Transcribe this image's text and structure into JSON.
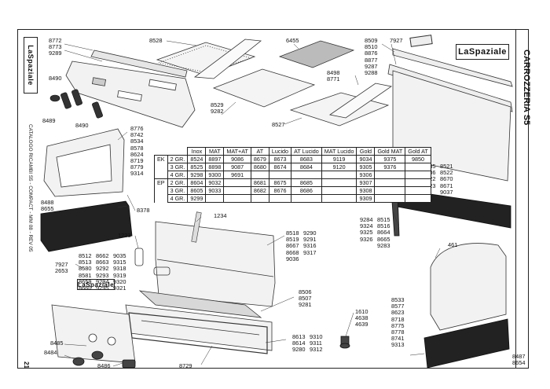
{
  "page_number": "21",
  "section_title": "CARROZZERIA S5",
  "catalog_line": "CATALOGO RICAMBI S5 - COMPACT - MM 08 - REV 05",
  "brand": "LaSpaziale",
  "price_table": {
    "headers": [
      "",
      "",
      "Inox",
      "MAT",
      "MAT+AT",
      "AT",
      "Lucido",
      "AT Lucido",
      "MAT Lucido",
      "Gold",
      "Gold MAT",
      "Gold AT"
    ],
    "rows": [
      {
        "model": "EK",
        "group": "2 GR.",
        "cells": [
          "8524",
          "8897",
          "9086",
          "8679",
          "8673",
          "8683",
          "9119",
          "9034",
          "9375",
          "9850"
        ]
      },
      {
        "model": "",
        "group": "3 GR.",
        "cells": [
          "8525",
          "8898",
          "9087",
          "8680",
          "8674",
          "8684",
          "9120",
          "9305",
          "9376",
          ""
        ]
      },
      {
        "model": "",
        "group": "4 GR.",
        "cells": [
          "9298",
          "9300",
          "9691",
          "",
          "",
          "",
          "",
          "9306",
          "",
          ""
        ]
      },
      {
        "model": "EP",
        "group": "2 GR.",
        "cells": [
          "8604",
          "9032",
          "",
          "8681",
          "8675",
          "8685",
          "",
          "9307",
          "",
          ""
        ]
      },
      {
        "model": "",
        "group": "3 GR.",
        "cells": [
          "8605",
          "9033",
          "",
          "8682",
          "8676",
          "8686",
          "",
          "9308",
          "",
          ""
        ]
      },
      {
        "model": "",
        "group": "4 GR.",
        "cells": [
          "9299",
          "",
          "",
          "",
          "",
          "",
          "",
          "9309",
          "",
          ""
        ]
      }
    ]
  },
  "labels": {
    "l8772": [
      "8772",
      "8773",
      "9289"
    ],
    "l8528": [
      "8528"
    ],
    "l6455": [
      "6455"
    ],
    "l8509": [
      "8509",
      "8510",
      "8876",
      "8877",
      "9287",
      "9288"
    ],
    "l7927a": [
      "7927"
    ],
    "l8490a": [
      "8490"
    ],
    "l8489": [
      "8489"
    ],
    "l8490b": [
      "8490"
    ],
    "l8498": [
      "8498",
      "8771"
    ],
    "l8529": [
      "8529",
      "9282"
    ],
    "l8527": [
      "8527"
    ],
    "l8776": [
      "8776",
      "8742",
      "8534",
      "8578",
      "8624",
      "8719",
      "8779",
      "9314"
    ],
    "l8488": [
      "8488",
      "8655"
    ],
    "l8378": [
      "8378"
    ],
    "l1234": [
      "1234"
    ],
    "l1233": [
      "1233"
    ],
    "l8518a": [
      "8518",
      "8519",
      "8667",
      "8668",
      "9036"
    ],
    "l8518b": [
      "9290",
      "9291",
      "9316",
      "9317"
    ],
    "l7927b": [
      "7927",
      "2653"
    ],
    "l8512a": [
      "8512",
      "8513",
      "8580",
      "8581",
      "8659",
      "8660"
    ],
    "l8512b": [
      "8662",
      "8663",
      "9292",
      "9293",
      "9294",
      "9295"
    ],
    "l8512c": [
      "9035",
      "9315",
      "9318",
      "9319",
      "9320",
      "9321"
    ],
    "l8506": [
      "8506",
      "8507",
      "9281"
    ],
    "l1610": [
      "1610",
      "4638",
      "4639"
    ],
    "l8613a": [
      "8613",
      "8614",
      "9280"
    ],
    "l8613b": [
      "9310",
      "9311",
      "9312"
    ],
    "l8485": [
      "8485"
    ],
    "l8484": [
      "8484"
    ],
    "l8486": [
      "8486"
    ],
    "l8729": [
      "8729"
    ],
    "l9285a": [
      "9285",
      "9286",
      "9322",
      "9323"
    ],
    "l9285b": [
      "8521",
      "8522",
      "8670",
      "8671",
      "9037"
    ],
    "l9284a": [
      "9284",
      "9324",
      "9325",
      "9326"
    ],
    "l9284b": [
      "8515",
      "8516",
      "8664",
      "8665",
      "9283"
    ],
    "l461": [
      "461"
    ],
    "l8533": [
      "8533",
      "8577",
      "8623",
      "8718",
      "8775",
      "8778",
      "8741",
      "9313"
    ],
    "l8487": [
      "8487",
      "8654"
    ]
  }
}
